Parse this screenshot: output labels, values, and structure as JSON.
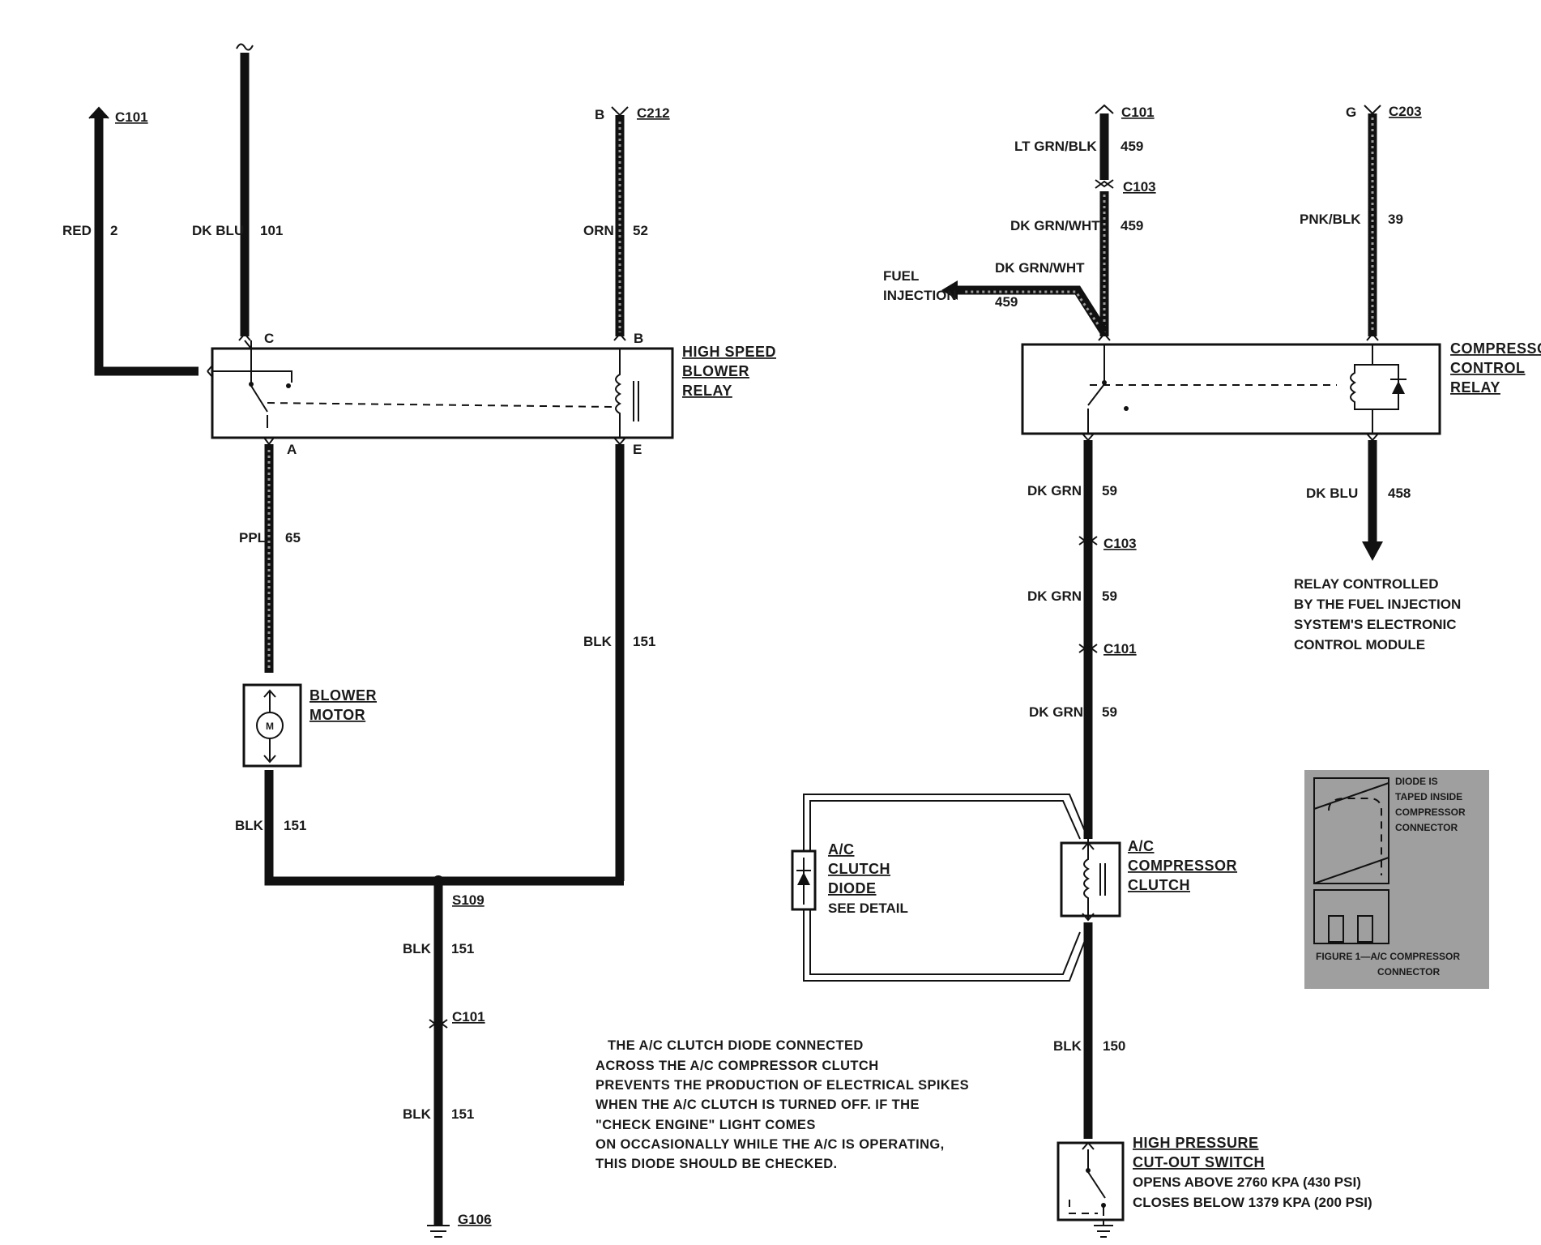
{
  "left": {
    "c101_top": "C101",
    "red_label": "RED",
    "red_num": "2",
    "dkblu_label": "DK BLU",
    "dkblu_num": "101",
    "b_pin": "B",
    "c212": "C212",
    "orn_label": "ORN",
    "orn_num": "52",
    "pin_c": "C",
    "pin_b": "B",
    "pin_a": "A",
    "pin_e": "E",
    "relay_title": [
      "HIGH SPEED",
      "BLOWER",
      "RELAY"
    ],
    "ppl_label": "PPL",
    "ppl_num": "65",
    "blk151_right_label": "BLK",
    "blk151_right_num": "151",
    "motor_title": [
      "BLOWER",
      "MOTOR"
    ],
    "motor_symbol": "M",
    "blk151_motor_label": "BLK",
    "blk151_motor_num": "151",
    "s109": "S109",
    "blk151_a_label": "BLK",
    "blk151_a_num": "151",
    "c101_mid": "C101",
    "blk151_b_label": "BLK",
    "blk151_b_num": "151",
    "g106": "G106"
  },
  "right": {
    "c101_top": "C101",
    "ltgrn_label": "LT GRN/BLK",
    "ltgrn_num": "459",
    "c103_top": "C103",
    "dkgrnwht_label": "DK GRN/WHT",
    "dkgrnwht_num": "459",
    "fuel_injection": [
      "FUEL",
      "INJECTION"
    ],
    "fi_wire_label": "DK GRN/WHT",
    "fi_wire_num": "459",
    "g_pin": "G",
    "c203": "C203",
    "pnk_label": "PNK/BLK",
    "pnk_num": "39",
    "relay_title": [
      "COMPRESSOR",
      "CONTROL",
      "RELAY"
    ],
    "dkgrn1_label": "DK GRN",
    "dkgrn1_num": "59",
    "c103_mid": "C103",
    "dkgrn2_label": "DK GRN",
    "dkgrn2_num": "59",
    "c101_mid": "C101",
    "dkgrn3_label": "DK GRN",
    "dkgrn3_num": "59",
    "dkblu_label": "DK BLU",
    "dkblu_num": "458",
    "relay_note": [
      "RELAY CONTROLLED",
      "BY THE FUEL INJECTION",
      "SYSTEM'S ELECTRONIC",
      "CONTROL MODULE"
    ],
    "diode_title": [
      "A/C",
      "CLUTCH",
      "DIODE"
    ],
    "diode_see": "SEE DETAIL",
    "clutch_title": [
      "A/C",
      "COMPRESSOR",
      "CLUTCH"
    ],
    "blk150_label": "BLK",
    "blk150_num": "150",
    "switch_title": [
      "HIGH PRESSURE",
      "CUT-OUT SWITCH"
    ],
    "switch_open": "OPENS ABOVE 2760 KPA (430 PSI)",
    "switch_close": "CLOSES BELOW 1379 KPA (200 PSI)"
  },
  "note": [
    "   THE A/C CLUTCH DIODE CONNECTED",
    "ACROSS THE A/C COMPRESSOR CLUTCH",
    "PREVENTS THE PRODUCTION OF ELECTRICAL SPIKES",
    "WHEN THE A/C CLUTCH IS TURNED OFF. IF THE",
    "\"CHECK ENGINE\" LIGHT COMES",
    "ON OCCASIONALLY WHILE THE A/C IS OPERATING,",
    "THIS DIODE SHOULD BE CHECKED."
  ],
  "detail": {
    "caption": [
      "DIODE IS",
      "TAPED INSIDE",
      "COMPRESSOR",
      "CONNECTOR"
    ],
    "figure": [
      "FIGURE 1—A/C COMPRESSOR",
      "CONNECTOR"
    ]
  }
}
